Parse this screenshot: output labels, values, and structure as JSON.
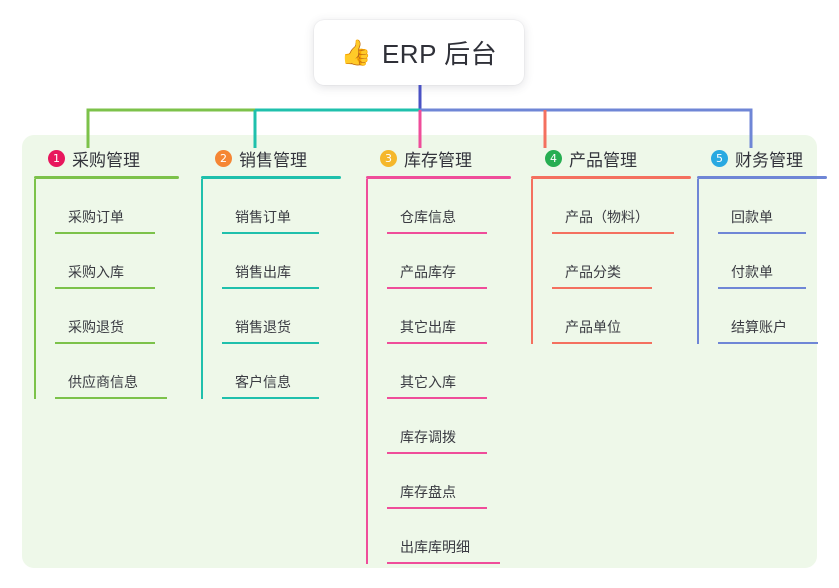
{
  "root": {
    "emoji": "👍",
    "emoji_name": "thumbs-up-icon",
    "title": "ERP 后台"
  },
  "theme": {
    "panel_bg": "#eef8e9",
    "page_bg": "#ffffff",
    "card_bg": "#ffffff",
    "title_color": "#33343c",
    "leaf_color": "#3a3b42",
    "trunk_color": "#4a52c4"
  },
  "columns": [
    {
      "index": "1",
      "title": "采购管理",
      "badge_color": "#e8175d",
      "line_color": "#7cc24a",
      "leaves": [
        "采购订单",
        "采购入库",
        "采购退货",
        "供应商信息"
      ]
    },
    {
      "index": "2",
      "title": "销售管理",
      "badge_color": "#f58634",
      "line_color": "#1fc0ac",
      "leaves": [
        "销售订单",
        "销售出库",
        "销售退货",
        "客户信息"
      ]
    },
    {
      "index": "3",
      "title": "库存管理",
      "badge_color": "#f5b72b",
      "line_color": "#ef4d9a",
      "leaves": [
        "仓库信息",
        "产品库存",
        "其它出库",
        "其它入库",
        "库存调拨",
        "库存盘点",
        "出库库明细"
      ]
    },
    {
      "index": "4",
      "title": "产品管理",
      "badge_color": "#27ae52",
      "line_color": "#f4705f",
      "leaves": [
        "产品（物料）",
        "产品分类",
        "产品单位"
      ]
    },
    {
      "index": "5",
      "title": "财务管理",
      "badge_color": "#29a9e1",
      "line_color": "#6f86d6",
      "leaves": [
        "回款单",
        "付款单",
        "结算账户"
      ]
    }
  ]
}
